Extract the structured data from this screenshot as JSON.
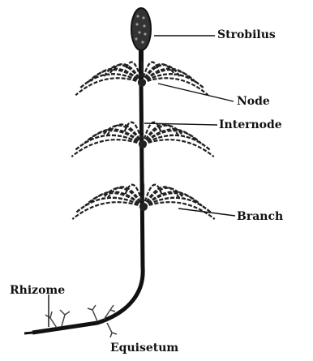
{
  "labels": {
    "strobilus": "Strobilus",
    "node": "Node",
    "internode": "Internode",
    "branch": "Branch",
    "rhizome": "Rhizome"
  },
  "caption": "Equisetum",
  "colors": {
    "ink": "#111111",
    "shade": "#555555",
    "background": "#ffffff"
  }
}
